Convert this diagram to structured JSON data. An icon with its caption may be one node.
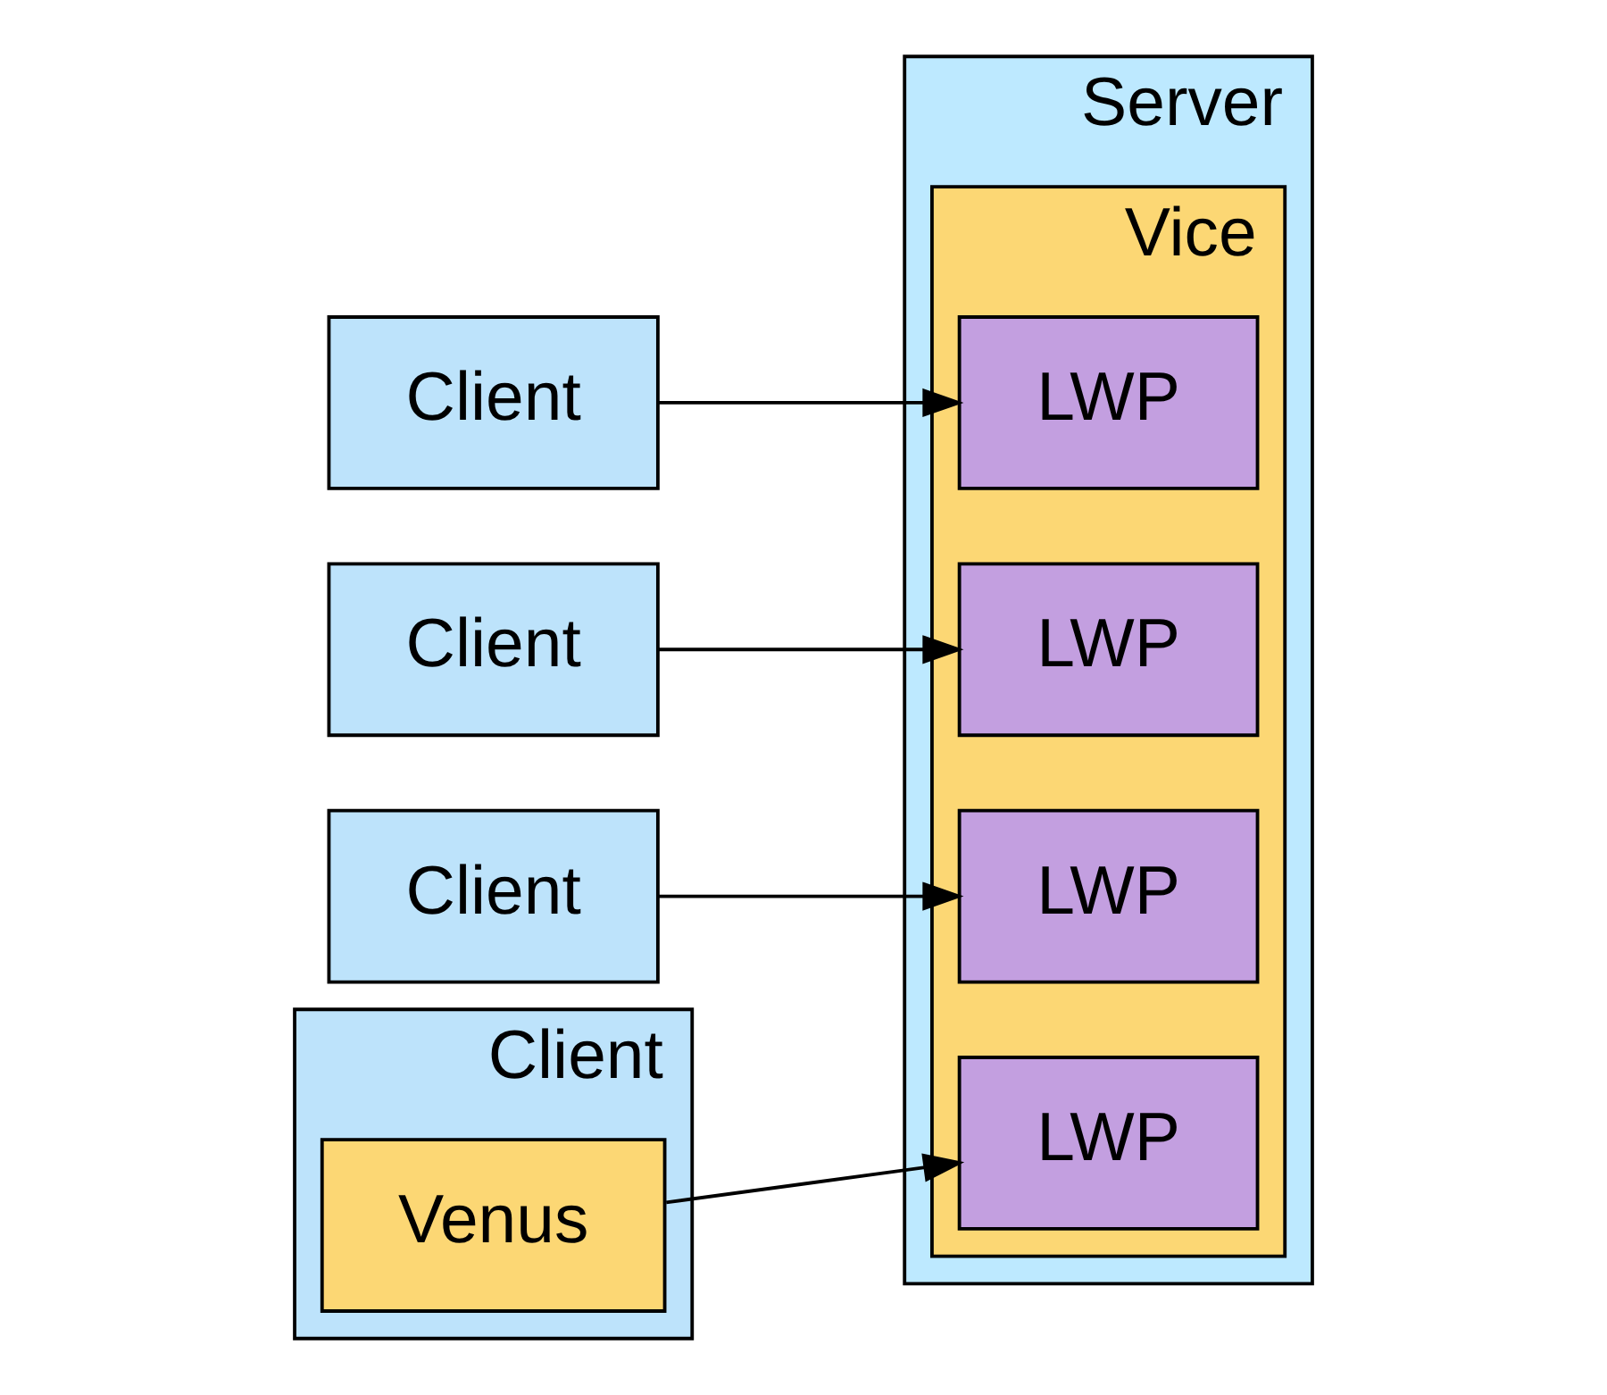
{
  "diagram": {
    "nodes": [
      {
        "text": [
          "Server"
        ]
      },
      {
        "text": [
          "Vice"
        ],
        "in": 0
      },
      {
        "text": [
          "LWP"
        ],
        "in": 1
      },
      {
        "text": [
          "LWP"
        ],
        "in": 1
      },
      {
        "text": [
          "LWP"
        ],
        "in": 1
      },
      {
        "text": [
          "LWP"
        ],
        "in": 1
      },
      {
        "text": [
          "Client"
        ]
      },
      {
        "text": [
          "Client"
        ]
      },
      {
        "text": [
          "Client"
        ]
      },
      {
        "text": [
          "Client"
        ]
      },
      {
        "text": [
          "Venus"
        ],
        "in": 9
      }
    ],
    "edges": [
      {
        "from": 6,
        "to": 2,
        "arrow": "to"
      },
      {
        "from": 7,
        "to": 3,
        "arrow": "to"
      },
      {
        "from": 8,
        "to": 4,
        "arrow": "to"
      },
      {
        "from": 10,
        "to": 5,
        "arrow": "to"
      }
    ]
  }
}
